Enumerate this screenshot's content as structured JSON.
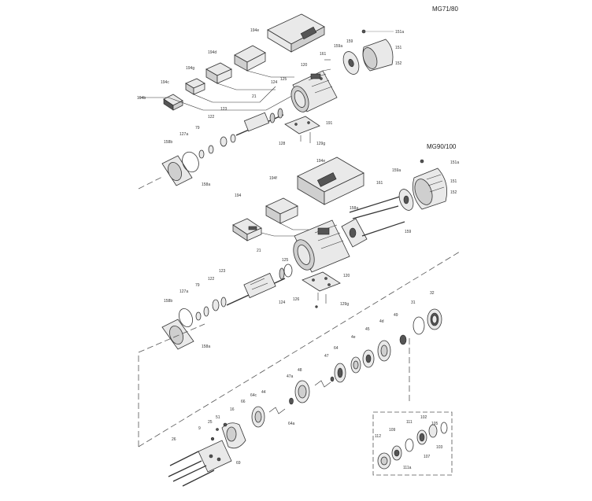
{
  "headings": {
    "top": "MG71/80",
    "middle": "MG90/100"
  },
  "labels": {
    "l151a_top": "151a",
    "l151_top": "151",
    "l152_top": "152",
    "l159_top": "159",
    "l159a_top": "159a",
    "l161_top": "161",
    "l120_top": "120",
    "l194e_top": "194e",
    "l194d_top": "194d",
    "l194g_top": "194g",
    "l194c_top": "194c",
    "l194b_top": "194b",
    "l21_top": "21",
    "l124_top": "124",
    "l125_top": "125",
    "l122_top": "122",
    "l123_top": "123",
    "l79_top": "79",
    "l127a_top": "127a",
    "l158b_top": "158b",
    "l158a_top": "158a",
    "l191_top": "191",
    "l128_top": "128",
    "l129_top": "129g",
    "l151a_mid": "151a",
    "l151_mid": "151",
    "l152_mid": "152",
    "l159a_mid": "159a",
    "l161_mid": "161",
    "l159_mid": "159",
    "l158a_mid": "158a",
    "l194e_mid": "194e",
    "l194f_mid": "194f",
    "l194_mid": "194",
    "l21_mid": "21",
    "l123_mid": "123",
    "l122_mid": "122",
    "l125_mid": "125",
    "l126_mid": "126",
    "l124_mid": "124",
    "l120_mid": "120",
    "l79_mid": "79",
    "l127a_mid": "127a",
    "l158b_mid": "158b",
    "l158aa_mid": "158a",
    "l129g_mid": "129g",
    "l31": "31",
    "l32": "32",
    "l49": "49",
    "l4d": "4d",
    "l45": "45",
    "l4e": "4e",
    "l47": "47",
    "l64": "64",
    "l47a": "47a",
    "l48": "48",
    "l44": "44",
    "l64c": "64c",
    "l66": "66",
    "l16": "16",
    "l51": "51",
    "l25": "25",
    "l26": "26",
    "l69": "69",
    "l64a": "64a",
    "l9": "9",
    "l112": "112",
    "l109": "109",
    "l111": "111",
    "l102": "102",
    "l105": "105",
    "l107": "107",
    "l103": "103",
    "l111a": "111a"
  }
}
